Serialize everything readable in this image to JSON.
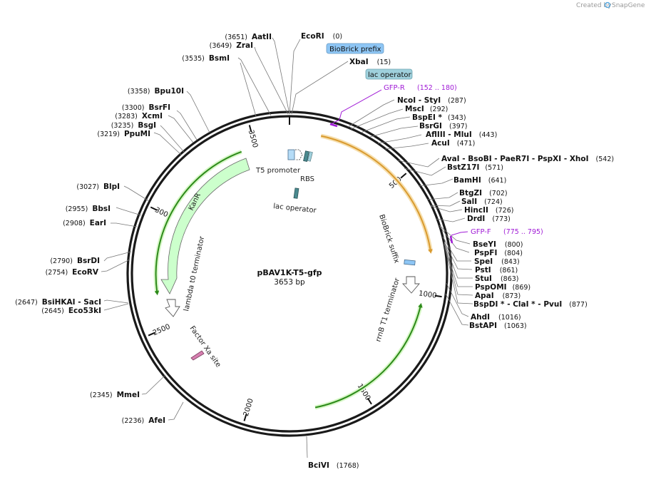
{
  "brand": {
    "prefix": "Created by",
    "name": "SnapGene"
  },
  "plasmid": {
    "name": "pBAV1K-T5-gfp",
    "length": "3653 bp"
  },
  "ticks": [
    {
      "label": "500",
      "bp": 500
    },
    {
      "label": "1000",
      "bp": 1000
    },
    {
      "label": "1500",
      "bp": 1500
    },
    {
      "label": "2000",
      "bp": 2000
    },
    {
      "label": "2500",
      "bp": 2500
    },
    {
      "label": "3000",
      "bp": 3000
    },
    {
      "label": "3500",
      "bp": 3500
    }
  ],
  "sites": [
    {
      "name": "AatII",
      "pos": "(3651)"
    },
    {
      "name": "ZraI",
      "pos": "(3649)"
    },
    {
      "name": "BsmI",
      "pos": "(3535)"
    },
    {
      "name": "Bpu10I",
      "pos": "(3358)"
    },
    {
      "name": "BsrFI",
      "pos": "(3300)"
    },
    {
      "name": "XcmI",
      "pos": "(3283)"
    },
    {
      "name": "BsgI",
      "pos": "(3235)"
    },
    {
      "name": "PpuMI",
      "pos": "(3219)"
    },
    {
      "name": "BlpI",
      "pos": "(3027)"
    },
    {
      "name": "BbsI",
      "pos": "(2955)"
    },
    {
      "name": "EarI",
      "pos": "(2908)"
    },
    {
      "name": "BsrDI",
      "pos": "(2790)"
    },
    {
      "name": "EcoRV",
      "pos": "(2754)"
    },
    {
      "name": "BsiHKAI  - SacI",
      "pos": "(2647)"
    },
    {
      "name": "Eco53kI",
      "pos": "(2645)"
    },
    {
      "name": "MmeI",
      "pos": "(2345)"
    },
    {
      "name": "AfeI",
      "pos": "(2236)"
    },
    {
      "name": "BciVI",
      "pos": "(1768)"
    },
    {
      "name": "EcoRI",
      "pos": "(0)"
    },
    {
      "name": "XbaI",
      "pos": "(15)"
    },
    {
      "name": "NcoI  - StyI",
      "pos": "(287)"
    },
    {
      "name": "MscI",
      "pos": "(292)"
    },
    {
      "name": "BspEI *",
      "pos": "(343)"
    },
    {
      "name": "BsrGI",
      "pos": "(397)"
    },
    {
      "name": "AflIII  - MluI",
      "pos": "(443)"
    },
    {
      "name": "AcuI",
      "pos": "(471)"
    },
    {
      "name": "AvaI   - BsoBI   - PaeR7I   - PspXI   - XhoI",
      "pos": "(542)"
    },
    {
      "name": "BstZ17I",
      "pos": "(571)"
    },
    {
      "name": "BamHI",
      "pos": "(641)"
    },
    {
      "name": "BtgZI",
      "pos": "(702)"
    },
    {
      "name": "SalI",
      "pos": "(724)"
    },
    {
      "name": "HincII",
      "pos": "(726)"
    },
    {
      "name": "DrdI",
      "pos": "(773)"
    },
    {
      "name": "BseYI",
      "pos": "(800)"
    },
    {
      "name": "PspFI",
      "pos": "(804)"
    },
    {
      "name": "SpeI",
      "pos": "(843)"
    },
    {
      "name": "PstI",
      "pos": "(861)"
    },
    {
      "name": "StuI",
      "pos": "(863)"
    },
    {
      "name": "PspOMI",
      "pos": "(869)"
    },
    {
      "name": "ApaI",
      "pos": "(873)"
    },
    {
      "name": "BspDI *  - ClaI *  - PvuI",
      "pos": "(877)"
    },
    {
      "name": "AhdI",
      "pos": "(1016)"
    },
    {
      "name": "BstAPI",
      "pos": "(1063)"
    }
  ],
  "primers": [
    {
      "name": "GFP-R",
      "range": "(152 .. 180)"
    },
    {
      "name": "GFP-F",
      "range": "(775 .. 795)"
    }
  ],
  "tags": [
    {
      "label": "BioBrick prefix",
      "color": "#8ec6f5"
    },
    {
      "label": "lac operator",
      "color": "#9fd0dc"
    }
  ],
  "features": {
    "t5_promoter": "T5 promoter",
    "rbs": "RBS",
    "lac_operator": "lac operator",
    "kanr": "KanR",
    "lambda_t0": "lambda t0 terminator",
    "factor_xa": "Factor Xa site",
    "biobrick_suffix": "BioBrick suffix",
    "rrnb_t1": "rrnB T1 terminator"
  },
  "colors": {
    "backbone": "#1a1a1a",
    "kanr_fill": "#ccffcc",
    "cds_green": "#2d8a1a",
    "gfp_orange": "#d99a2e",
    "primer": "#a01bd6",
    "promoter": "#b5dcf7",
    "rbs": "#4a8a8f"
  }
}
